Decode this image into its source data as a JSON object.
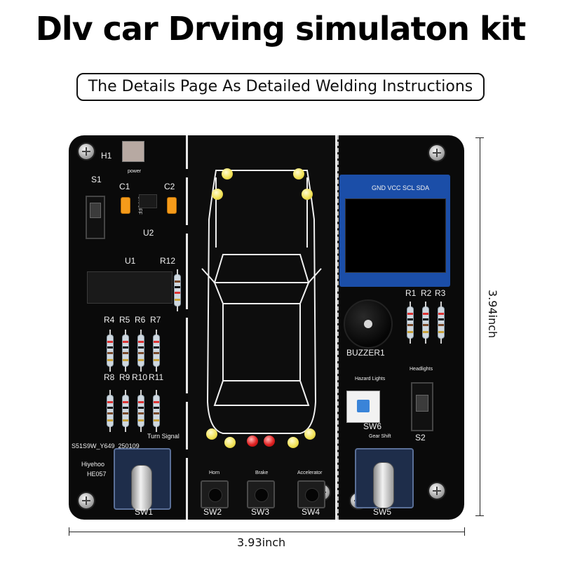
{
  "header": {
    "title": "Dlv car Drving simulaton kit",
    "subtitle": "The Details Page As Detailed Welding Instructions"
  },
  "board": {
    "labels": {
      "h1": "H1",
      "power": "power",
      "s1": "S1",
      "c1": "C1",
      "c2": "C2",
      "onoff": "ON/OFF",
      "u2": "U2",
      "u1": "U1",
      "r12": "R12",
      "r4": "R4",
      "r5": "R5",
      "r6": "R6",
      "r7": "R7",
      "r8": "R8",
      "r9": "R9",
      "r10": "R10",
      "r11": "R11",
      "turn_signal": "Turn Signal",
      "serial": "S51S9W_Y649_250109",
      "brand": "Hiyehoo",
      "model": "HE057",
      "sw1": "SW1",
      "horn": "Horn",
      "sw2": "SW2",
      "brake": "Brake",
      "sw3": "SW3",
      "accelerator": "Accelerator",
      "sw4": "SW4",
      "oled_pins": "GND VCC SCL SDA",
      "r1": "R1",
      "r2": "R2",
      "r3": "R3",
      "buzzer": "BUZZER1",
      "headlights": "Headlights",
      "hazard": "Hazard Lights",
      "sw6": "SW6",
      "s2": "S2",
      "gear_shift": "Gear Shift",
      "sw5": "SW5"
    }
  },
  "dimensions": {
    "width": "3.93inch",
    "height": "3.94inch"
  },
  "colors": {
    "board": "#0a0a0a",
    "silkscreen": "#f0f0f0",
    "capacitor": "#f59b1a",
    "led_yellow": "#f2e35a",
    "led_red": "#e02121",
    "oled_pcb": "#1b4ea8",
    "sw6_cap": "#3a84d8"
  }
}
